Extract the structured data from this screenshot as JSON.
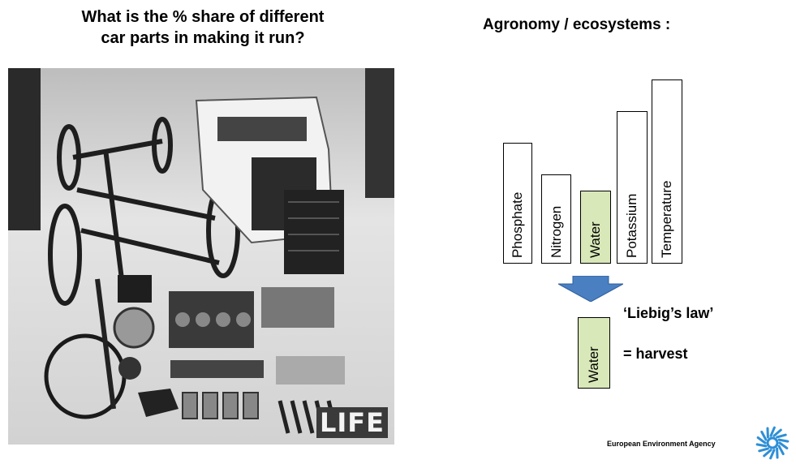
{
  "left_title": {
    "line1": "What is the % share of different",
    "line2": "car parts in making it run?"
  },
  "right_title": "Agronomy / ecosystems :",
  "photo": {
    "logo_text": "LIFE"
  },
  "bars": [
    {
      "label": "Phosphate",
      "highlighted": false
    },
    {
      "label": "Nitrogen",
      "highlighted": false
    },
    {
      "label": "Water",
      "highlighted": true
    },
    {
      "label": "Potassium",
      "highlighted": false
    },
    {
      "label": "Temperature",
      "highlighted": false
    }
  ],
  "result": {
    "law_label": "‘Liebig’s law’",
    "bar_label": "Water",
    "equals_label": "= harvest"
  },
  "footer": {
    "org_name": "European Environment Agency"
  },
  "colors": {
    "arrow": "#4a7fc1",
    "highlight": "#d8e8b8"
  }
}
